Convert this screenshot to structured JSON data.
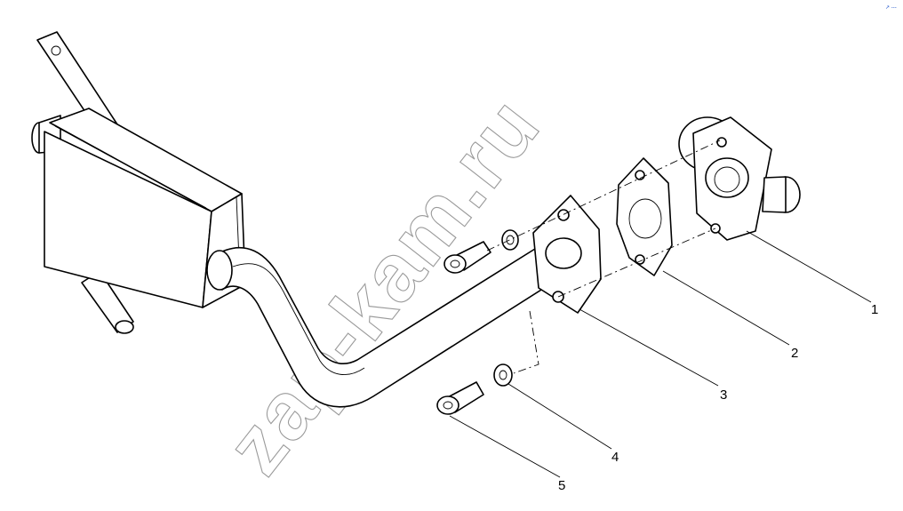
{
  "watermark": "zap-kam.ru",
  "corner_mark": "↗ ---",
  "callouts": [
    "1",
    "2",
    "3",
    "4",
    "5"
  ],
  "colors": {
    "line": "#000000",
    "background": "#ffffff",
    "watermark": "#9a9a9a"
  }
}
